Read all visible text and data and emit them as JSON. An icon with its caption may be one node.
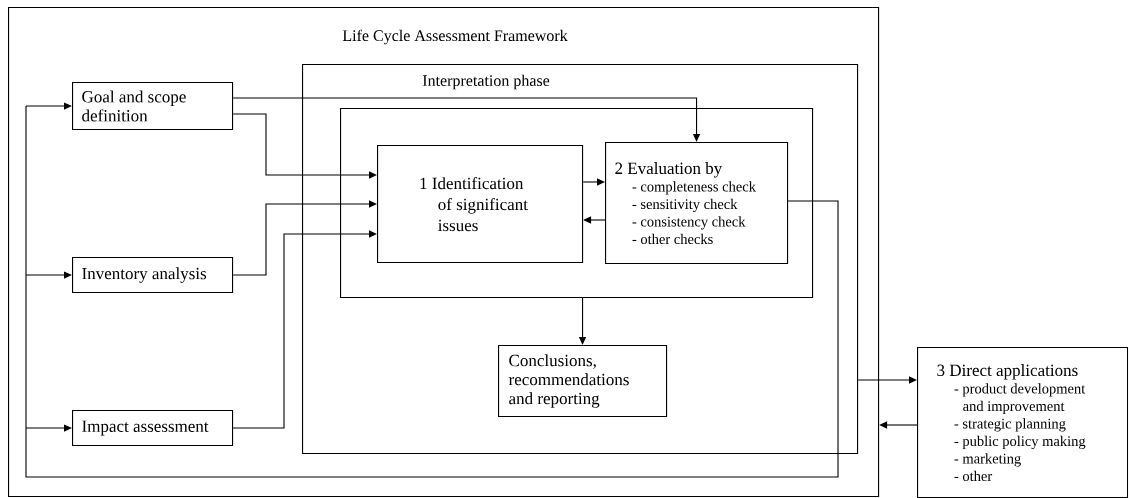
{
  "diagram": {
    "nodes": [
      {
        "text": [
          "Life Cycle Assessment Framework"
        ]
      },
      {
        "text": [
          "Goal and scope definition"
        ],
        "in": 0
      },
      {
        "text": [
          "Inventory analysis"
        ],
        "in": 0
      },
      {
        "text": [
          "Impact assessment"
        ],
        "in": 0
      },
      {
        "text": [
          "Interpretation phase"
        ],
        "in": 0
      },
      {
        "text": [],
        "shape": "box",
        "in": 4
      },
      {
        "text": [
          "1 Identification of significant issues"
        ],
        "in": 5
      },
      {
        "text": [
          "2 Evaluation by",
          "- completeness check",
          "- sensitivity check",
          "- consistency check",
          "- other checks"
        ],
        "in": 5
      },
      {
        "text": [
          "Conclusions, recommendations and reporting"
        ],
        "in": 4
      },
      {
        "text": [
          "3 Direct applications",
          "- product development and improvement",
          "- strategic planning",
          "- public policy making",
          "- marketing",
          "- other"
        ]
      }
    ],
    "edges": [
      {
        "from": 1,
        "to": 6,
        "arrow": "to"
      },
      {
        "from": 1,
        "to": 7,
        "arrow": "to"
      },
      {
        "from": 2,
        "to": 6,
        "arrow": "to"
      },
      {
        "from": 3,
        "to": 6,
        "arrow": "to"
      },
      {
        "from": 6,
        "to": 7,
        "arrow": "to"
      },
      {
        "from": 7,
        "to": 6,
        "arrow": "to"
      },
      {
        "from": 5,
        "to": 8,
        "arrow": "to"
      },
      {
        "from": 7,
        "to": 1,
        "arrow": "to"
      },
      {
        "from": 7,
        "to": 2,
        "arrow": "to"
      },
      {
        "from": 7,
        "to": 3,
        "arrow": "to"
      },
      {
        "from": 4,
        "to": 9,
        "arrow": "to"
      },
      {
        "from": 9,
        "to": 0,
        "arrow": "to"
      }
    ]
  }
}
